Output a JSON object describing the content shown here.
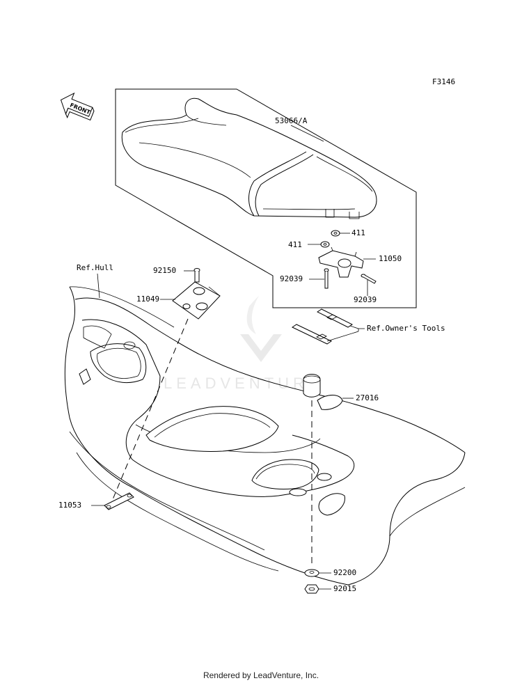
{
  "diagram": {
    "code": "F3146",
    "front_label": "FRONT",
    "watermark": "LEADVENTURE",
    "footer": "Rendered by LeadVenture, Inc.",
    "callouts": {
      "seat": "53066/A",
      "washer_top": "411",
      "washer_left": "411",
      "bracket": "11050",
      "bolt_left": "92039",
      "bolt_right": "92039",
      "owners_tools": "Ref.Owner's Tools",
      "hull": "Ref.Hull",
      "bolt_plate": "92150",
      "plate": "11049",
      "cap": "27016",
      "strap": "11053",
      "washer_bottom": "92200",
      "nut_bottom": "92015"
    }
  }
}
